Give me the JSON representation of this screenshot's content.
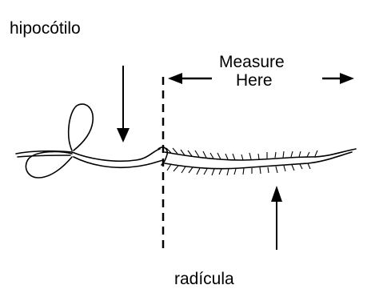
{
  "labels": {
    "top_left": "hipocótilo",
    "measure_line1": "Measure",
    "measure_line2": "Here",
    "bottom": "radícula"
  },
  "colors": {
    "ink": "#000000",
    "background": "#ffffff"
  }
}
